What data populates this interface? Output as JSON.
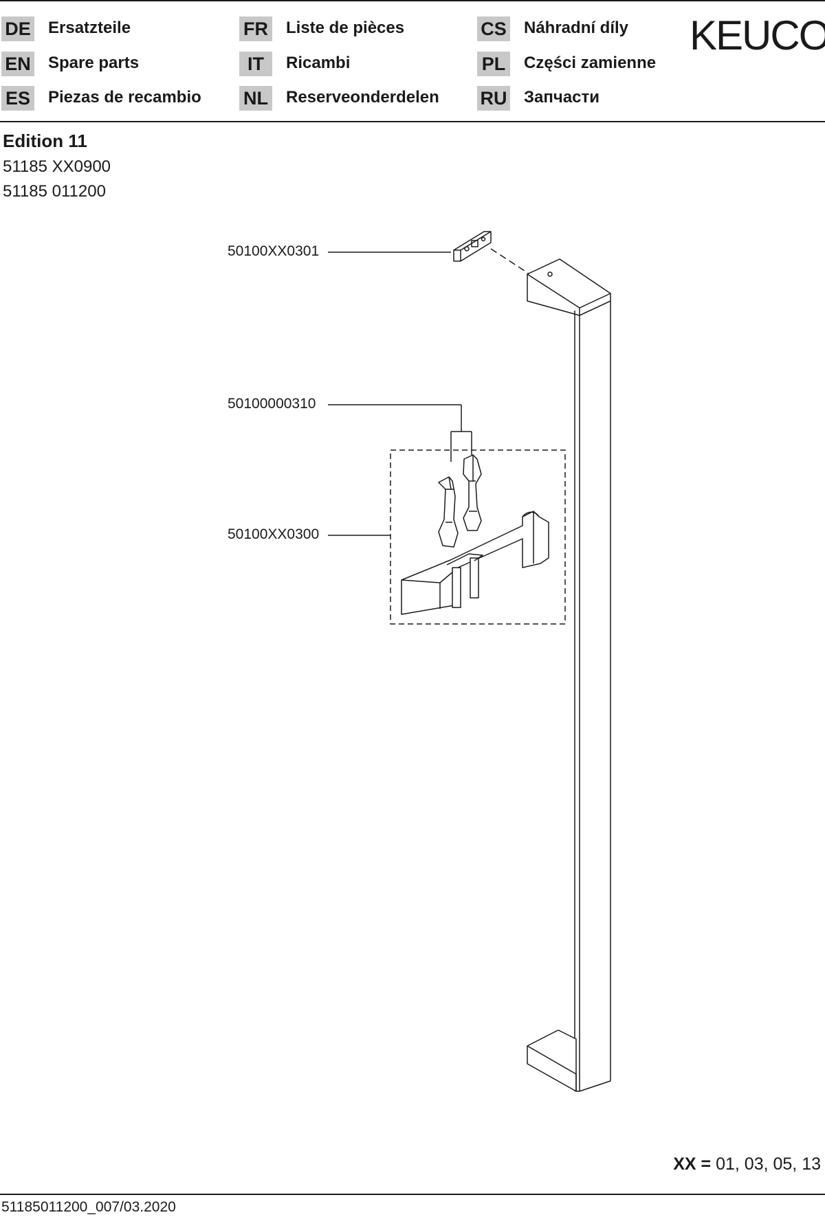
{
  "header": {
    "languages": [
      {
        "code": "DE",
        "label": "Ersatzteile"
      },
      {
        "code": "EN",
        "label": "Spare parts"
      },
      {
        "code": "ES",
        "label": "Piezas de recambio"
      },
      {
        "code": "FR",
        "label": "Liste de pièces"
      },
      {
        "code": "IT",
        "label": "Ricambi"
      },
      {
        "code": "NL",
        "label": "Reserveonderdelen"
      },
      {
        "code": "CS",
        "label": "Náhradní díly"
      },
      {
        "code": "PL",
        "label": "Części zamienne"
      },
      {
        "code": "RU",
        "label": "Запчасти"
      }
    ],
    "logo": "KEUCO"
  },
  "product": {
    "title": "Edition 11",
    "numbers": [
      "51185 XX0900",
      "51185 011200"
    ]
  },
  "parts": [
    {
      "number": "50100XX0301"
    },
    {
      "number": "50100000310"
    },
    {
      "number": "50100XX0300"
    }
  ],
  "legend": {
    "key": "XX =",
    "values": "01, 03, 05, 13"
  },
  "footer": {
    "doc_ref": "51185011200_007/03.2020"
  },
  "colors": {
    "label_bg": "#c8c8c8",
    "ink": "#1a1a1a"
  }
}
